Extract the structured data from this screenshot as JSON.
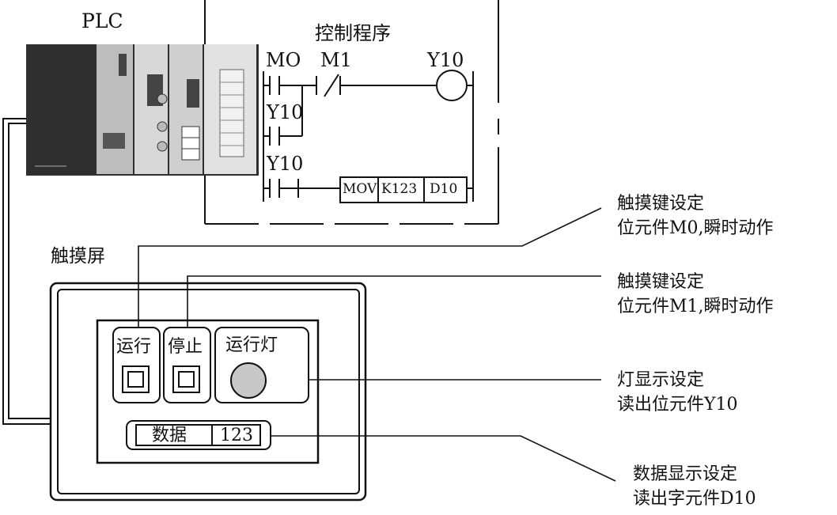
{
  "plc": {
    "label": "PLC"
  },
  "program": {
    "title": "控制程序",
    "contact_m0": "MO",
    "contact_m1": "M1",
    "coil": "Y10",
    "hold_contact": "Y10",
    "mov_contact": "Y10",
    "instr_mov": "MOV",
    "instr_src": "K123",
    "instr_dst": "D10"
  },
  "touch_screen": {
    "label": "触摸屏",
    "run_button": "运行",
    "stop_button": "停止",
    "run_lamp": "运行灯",
    "data_label": "数据",
    "data_value": "123"
  },
  "annotations": [
    {
      "line1": "触摸键设定",
      "line2": "位元件M0,瞬时动作"
    },
    {
      "line1": "触摸键设定",
      "line2": "位元件M1,瞬时动作"
    },
    {
      "line1": "灯显示设定",
      "line2": "读出位元件Y10"
    },
    {
      "line1": "数据显示设定",
      "line2": "读出字元件D10"
    }
  ],
  "colors": {
    "line": "#111111",
    "plc_body": "#2e2e2e",
    "plc_module": "#cfcfcf",
    "lamp": "#c8c8c8"
  }
}
